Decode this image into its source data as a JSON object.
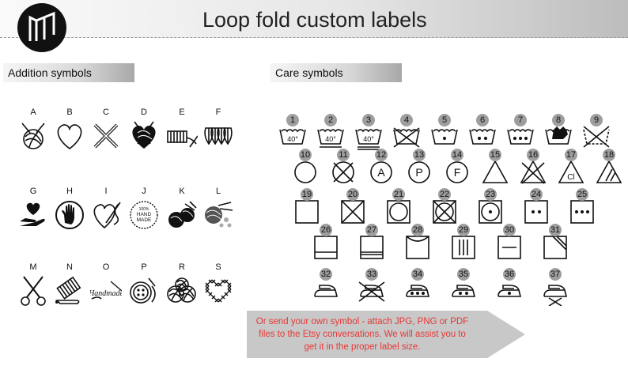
{
  "header": {
    "title": "Loop fold custom labels"
  },
  "sections": {
    "addition_label": "Addition symbols",
    "care_label": "Care symbols"
  },
  "addition_symbols": [
    {
      "letter": "A",
      "icon": "yarn-ball-needles-icon"
    },
    {
      "letter": "B",
      "icon": "heart-outline-icon"
    },
    {
      "letter": "C",
      "icon": "crossed-needles-icon"
    },
    {
      "letter": "D",
      "icon": "yarn-heart-needles-icon"
    },
    {
      "letter": "E",
      "icon": "thread-spool-needle-icon"
    },
    {
      "letter": "F",
      "icon": "knit-stitch-icon"
    },
    {
      "letter": "G",
      "icon": "heart-in-hand-icon"
    },
    {
      "letter": "H",
      "icon": "hand-in-circle-icon"
    },
    {
      "letter": "I",
      "icon": "heart-needle-thread-icon"
    },
    {
      "letter": "J",
      "icon": "hand-made-badge-icon"
    },
    {
      "letter": "K",
      "icon": "yarn-balls-needles-icon"
    },
    {
      "letter": "L",
      "icon": "yarn-ball-flowers-icon"
    },
    {
      "letter": "M",
      "icon": "scissors-icon"
    },
    {
      "letter": "N",
      "icon": "thread-spool-pin-icon"
    },
    {
      "letter": "O",
      "icon": "handmade-script-needle-icon"
    },
    {
      "letter": "P",
      "icon": "button-thread-icon"
    },
    {
      "letter": "R",
      "icon": "three-yarn-balls-icon"
    },
    {
      "letter": "S",
      "icon": "cross-stitch-heart-icon"
    }
  ],
  "hand_made_text": {
    "line1": "100%",
    "line2": "HAND",
    "line3": "MADE"
  },
  "handmade_script": "Handmade",
  "care_symbols": [
    {
      "n": "1",
      "icon": "wash-40-icon",
      "text": "40°"
    },
    {
      "n": "2",
      "icon": "wash-40-gentle-icon",
      "text": "40°"
    },
    {
      "n": "3",
      "icon": "wash-40-very-gentle-icon",
      "text": "40°"
    },
    {
      "n": "4",
      "icon": "do-not-wash-icon"
    },
    {
      "n": "5",
      "icon": "wash-one-dot-icon"
    },
    {
      "n": "6",
      "icon": "wash-two-dots-icon"
    },
    {
      "n": "7",
      "icon": "wash-three-dots-icon"
    },
    {
      "n": "8",
      "icon": "hand-wash-icon"
    },
    {
      "n": "9",
      "icon": "do-not-wash-dashed-icon"
    },
    {
      "n": "10",
      "icon": "dry-clean-icon"
    },
    {
      "n": "11",
      "icon": "do-not-dry-clean-icon"
    },
    {
      "n": "12",
      "icon": "dry-clean-a-icon",
      "text": "A"
    },
    {
      "n": "13",
      "icon": "dry-clean-p-icon",
      "text": "P"
    },
    {
      "n": "14",
      "icon": "dry-clean-f-icon",
      "text": "F"
    },
    {
      "n": "15",
      "icon": "bleach-icon"
    },
    {
      "n": "16",
      "icon": "do-not-bleach-icon"
    },
    {
      "n": "17",
      "icon": "chlorine-bleach-icon",
      "text": "Cl"
    },
    {
      "n": "18",
      "icon": "non-chlorine-bleach-icon"
    },
    {
      "n": "19",
      "icon": "tumble-square-icon"
    },
    {
      "n": "20",
      "icon": "do-not-tumble-dry-icon"
    },
    {
      "n": "21",
      "icon": "tumble-dry-icon"
    },
    {
      "n": "22",
      "icon": "do-not-tumble-dry-crossed-icon"
    },
    {
      "n": "23",
      "icon": "tumble-dry-low-icon"
    },
    {
      "n": "24",
      "icon": "dry-two-dots-icon"
    },
    {
      "n": "25",
      "icon": "dry-three-dots-icon"
    },
    {
      "n": "26",
      "icon": "drip-dry-icon"
    },
    {
      "n": "27",
      "icon": "drip-dry-double-icon"
    },
    {
      "n": "28",
      "icon": "line-dry-icon"
    },
    {
      "n": "29",
      "icon": "drip-dry-lines-icon"
    },
    {
      "n": "30",
      "icon": "dry-flat-icon"
    },
    {
      "n": "31",
      "icon": "dry-in-shade-icon"
    },
    {
      "n": "32",
      "icon": "iron-icon"
    },
    {
      "n": "33",
      "icon": "do-not-iron-icon"
    },
    {
      "n": "34",
      "icon": "iron-three-dots-icon"
    },
    {
      "n": "35",
      "icon": "iron-two-dots-icon"
    },
    {
      "n": "36",
      "icon": "iron-one-dot-icon"
    },
    {
      "n": "37",
      "icon": "do-not-steam-icon"
    }
  ],
  "footer_note": "Or send your own symbol - attach JPG, PNG or PDF files to the Etsy conversations. We will assist you to get it in the proper label size.",
  "colors": {
    "accent_red": "#e53935",
    "badge_gray": "#9e9e9e",
    "arrow_gray": "#c8c8c8"
  }
}
